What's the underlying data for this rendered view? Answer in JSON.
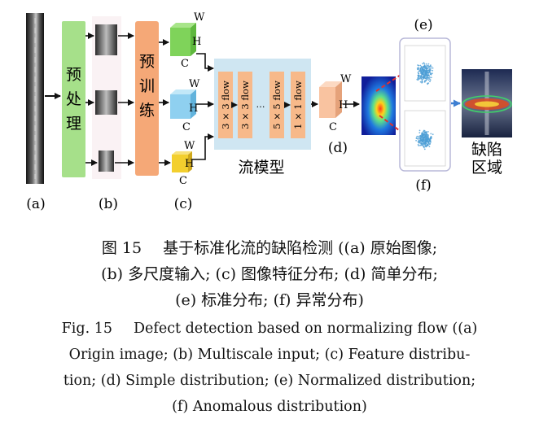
{
  "figure": {
    "boxes": {
      "preprocess": "预处理",
      "pretrain": "预训练",
      "flow_model": "流模型",
      "defect_region": "缺陷区域"
    },
    "flow_layers": [
      "3 × 3 flow",
      "3 × 3 flow",
      "5 × 5 flow",
      "1 × 1 flow"
    ],
    "ellipsis": "…",
    "cube_axes": {
      "w": "W",
      "h": "H",
      "c": "C"
    },
    "panel_labels": {
      "a": "(a)",
      "b": "(b)",
      "c": "(c)",
      "d": "(d)",
      "e": "(e)",
      "f": "(f)"
    },
    "colors": {
      "preprocess_box": "#a6e08a",
      "pretrain_box": "#f5a877",
      "flow_bg": "#cfe6f2",
      "flow_layer": "#f7b98a",
      "cube_green": "#7fd35a",
      "cube_blue": "#8fd0f0",
      "cube_yellow": "#f3cf2e",
      "cube_peach": "#f9c3a0",
      "scatter": "#4d9fd6",
      "arrow_red": "#e03030"
    }
  },
  "caption": {
    "cn_number": "图 15",
    "cn_line1": "基于标准化流的缺陷检测 ((a) 原始图像;",
    "cn_line2": "(b) 多尺度输入; (c) 图像特征分布; (d) 简单分布;",
    "cn_line3": "(e) 标准分布; (f) 异常分布)",
    "en_number": "Fig. 15",
    "en_line1": "Defect detection based on normalizing flow ((a)",
    "en_line2": "Origin image; (b) Multiscale input; (c) Feature distribu-",
    "en_line3": "tion; (d) Simple distribution; (e) Normalized distribution;",
    "en_line4": "(f) Anomalous distribution)"
  }
}
